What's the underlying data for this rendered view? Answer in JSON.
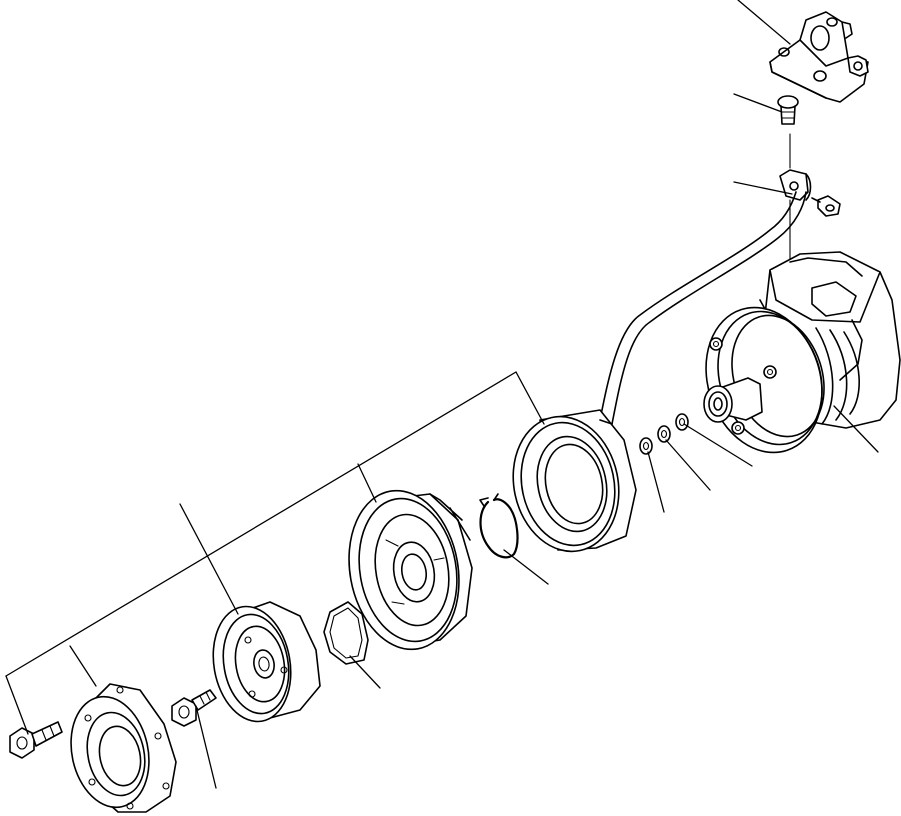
{
  "diagram": {
    "parts": [
      {
        "id": "expansion-valve-block"
      },
      {
        "id": "mounting-screw"
      },
      {
        "id": "wire-clamp"
      },
      {
        "id": "connector"
      },
      {
        "id": "compressor-body"
      },
      {
        "id": "shim-1"
      },
      {
        "id": "shim-2"
      },
      {
        "id": "shim-3"
      },
      {
        "id": "field-coil"
      },
      {
        "id": "snap-ring"
      },
      {
        "id": "pulley"
      },
      {
        "id": "pressure-plate"
      },
      {
        "id": "spacer-ring"
      },
      {
        "id": "front-cover"
      },
      {
        "id": "bolt-left"
      },
      {
        "id": "bolt-center"
      }
    ]
  }
}
